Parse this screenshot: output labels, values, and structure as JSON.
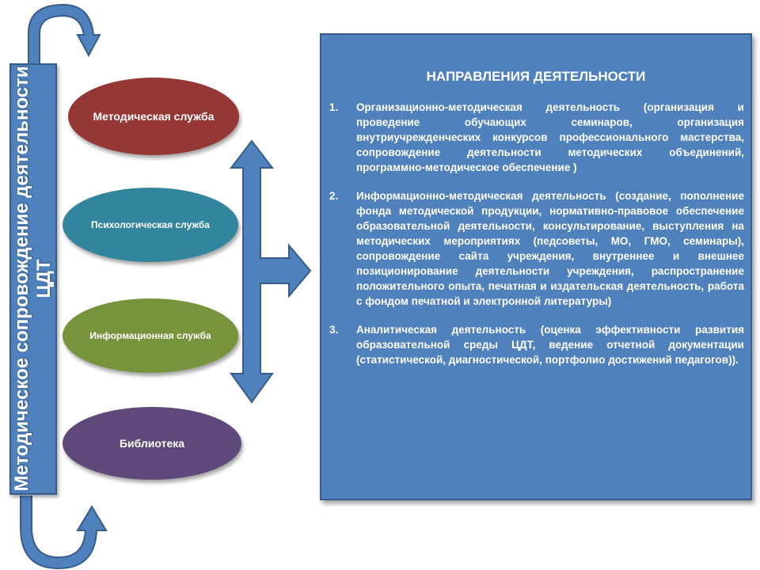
{
  "sidebar": {
    "title": "Методическое сопровождение деятельности ЦДТ"
  },
  "services": [
    {
      "label": "Методическая служба",
      "color": "#953735"
    },
    {
      "label": "Психологическая служба",
      "color": "#31859c"
    },
    {
      "label": "Информационная служба",
      "color": "#77933c"
    },
    {
      "label": "Библиотека",
      "color": "#5f497a"
    }
  ],
  "panel": {
    "title": "НАПРАВЛЕНИЯ ДЕЯТЕЛЬНОСТИ",
    "items": [
      {
        "num": "1.",
        "text": "Организационно-методическая деятельность (организация и проведение обучающих семинаров, организация внутриучрежденческих конкурсов профессионального мастерства, сопровождение деятельности методических объединений, программно-методическое обеспечение )"
      },
      {
        "num": "2.",
        "text": "Информационно-методическая деятельность (создание, пополнение фонда методической продукции, нормативно-правовое обеспечение образовательной деятельности, консультирование, выступления на методических мероприятиях (педсоветы, МО, ГМО, семинары), сопровождение сайта учреждения, внутреннее и внешнее позиционирование деятельности учреждения, распространение положительного опыта, печатная и издательская деятельность,  работа с фондом печатной и электронной литературы)"
      },
      {
        "num": "3.",
        "text": "Аналитическая деятельность (оценка эффективности развития образовательной среды ЦДТ, ведение отчетной документации (статистической, диагностической, портфолио достижений педагогов))."
      }
    ]
  },
  "colors": {
    "bar": "#4f81bd",
    "border": "#385d8a"
  }
}
